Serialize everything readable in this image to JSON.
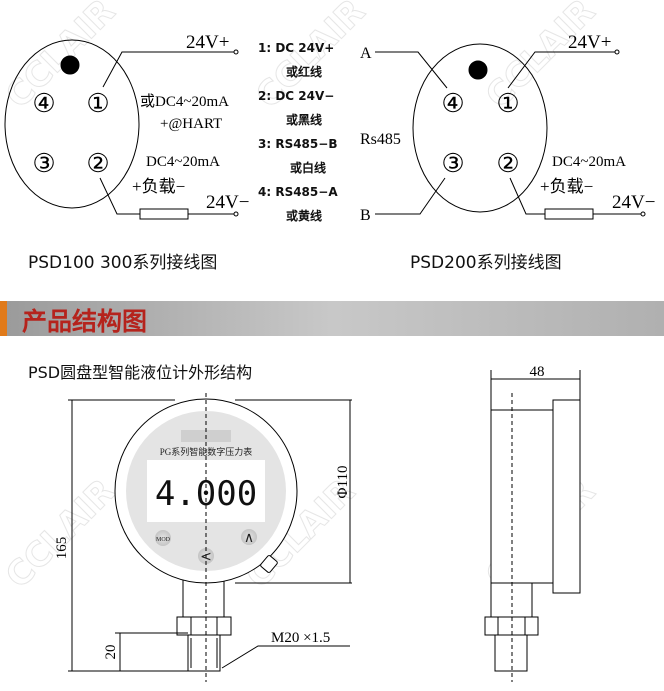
{
  "wiring": {
    "left": {
      "pins": [
        "④",
        "①",
        "③",
        "②"
      ],
      "v_plus": "24V+",
      "v_minus": "24V−",
      "signal_1": "或DC4~20mA",
      "signal_2": "+@HART",
      "signal_3": "DC4~20mA",
      "load": "+负载−",
      "caption": "PSD100  300系列接线图"
    },
    "legend": [
      {
        "code": "1: DC 24V+",
        "note": "或红线"
      },
      {
        "code": "2: DC 24V−",
        "note": "或黑线"
      },
      {
        "code": "3: RS485−B",
        "note": "或白线"
      },
      {
        "code": "4: RS485−A",
        "note": "或黄线"
      }
    ],
    "right": {
      "pins": [
        "④",
        "①",
        "③",
        "②"
      ],
      "a_label": "A",
      "b_label": "B",
      "bus": "Rs485",
      "v_plus": "24V+",
      "v_minus": "24V−",
      "signal": "DC4~20mA",
      "load": "+负载−",
      "caption": "PSD200系列接线图"
    }
  },
  "section": {
    "title": "产品结构图",
    "subtitle": "PSD圆盘型智能液位计外形结构",
    "accent": "#e07a1a",
    "title_color": "#b5231c"
  },
  "gauge": {
    "model_text": "PG系列智能数字压力表",
    "reading": "4.000",
    "btn_mod": "MOD",
    "btn_up": "∧",
    "btn_left": "<",
    "dim_height": "165",
    "dim_diameter": "Φ110",
    "dim_thread_len": "20",
    "thread": "M20 ×1.5",
    "dim_depth": "48"
  },
  "watermark": "CCLAIR"
}
